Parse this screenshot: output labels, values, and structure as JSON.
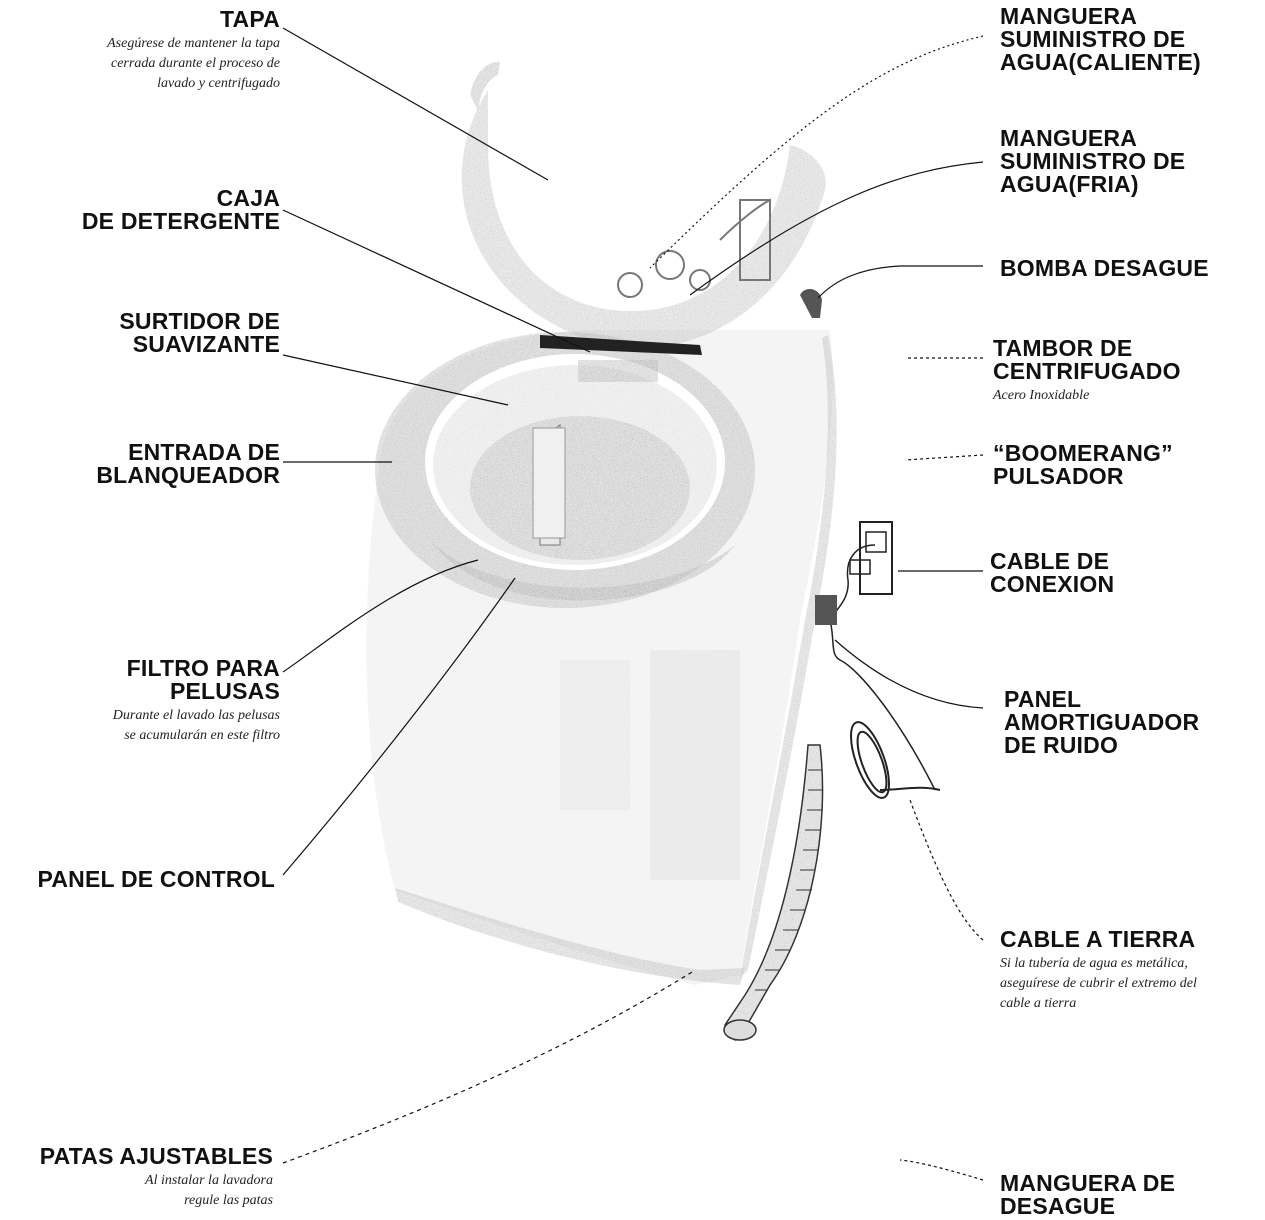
{
  "labels": {
    "tapa": {
      "title": "TAPA",
      "note": "Asegúrese de mantener la tapa\ncerrada durante el proceso de\nlavado y centrifugado"
    },
    "caja_detergente": {
      "title": "CAJA\nDE DETERGENTE"
    },
    "surtidor_suavizante": {
      "title": "SURTIDOR DE\nSUAVIZANTE"
    },
    "entrada_blanqueador": {
      "title": "ENTRADA DE\nBLANQUEADOR"
    },
    "filtro_pelusas": {
      "title": "FILTRO PARA\nPELUSAS",
      "note": "Durante el lavado las pelusas\nse acumularán en este filtro"
    },
    "panel_control": {
      "title": "PANEL DE CONTROL"
    },
    "patas_ajustables": {
      "title": "PATAS AJUSTABLES",
      "note": "Al instalar la lavadora\nregule las patas"
    },
    "manguera_caliente": {
      "title": "MANGUERA\nSUMINISTRO DE\nAGUA(CALIENTE)"
    },
    "manguera_fria": {
      "title": "MANGUERA\nSUMINISTRO DE\nAGUA(FRIA)"
    },
    "bomba_desague": {
      "title": "BOMBA DESAGUE"
    },
    "tambor": {
      "title": "TAMBOR DE\nCENTRIFUGADO",
      "note": "Acero Inoxidable"
    },
    "pulsador": {
      "title": "“BOOMERANG”\nPULSADOR"
    },
    "cable_conexion": {
      "title": "CABLE DE\nCONEXION"
    },
    "panel_amortiguador": {
      "title": "PANEL\nAMORTIGUADOR\nDE RUIDO"
    },
    "cable_tierra": {
      "title": "CABLE A TIERRA",
      "note": "Si la tubería de agua es metálica,\naseguírese de cubrir el extremo del\ncable a tierra"
    },
    "manguera_desague": {
      "title": "MANGUERA DE\nDESAGUE"
    }
  },
  "colors": {
    "ink": "#111111",
    "shade": "#2b2b2b",
    "mid": "#8a8a8a",
    "light": "#d6d6d6"
  }
}
